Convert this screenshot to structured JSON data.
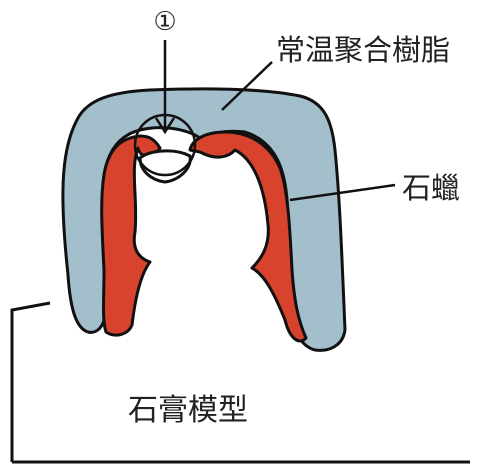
{
  "labels": {
    "marker": "①",
    "resin": "常温聚合樹脂",
    "wax": "石蠟",
    "model": "石膏模型"
  },
  "colors": {
    "resin": "#a4bfcc",
    "wax": "#d8432d",
    "outline": "#111111",
    "background": "#ffffff"
  }
}
